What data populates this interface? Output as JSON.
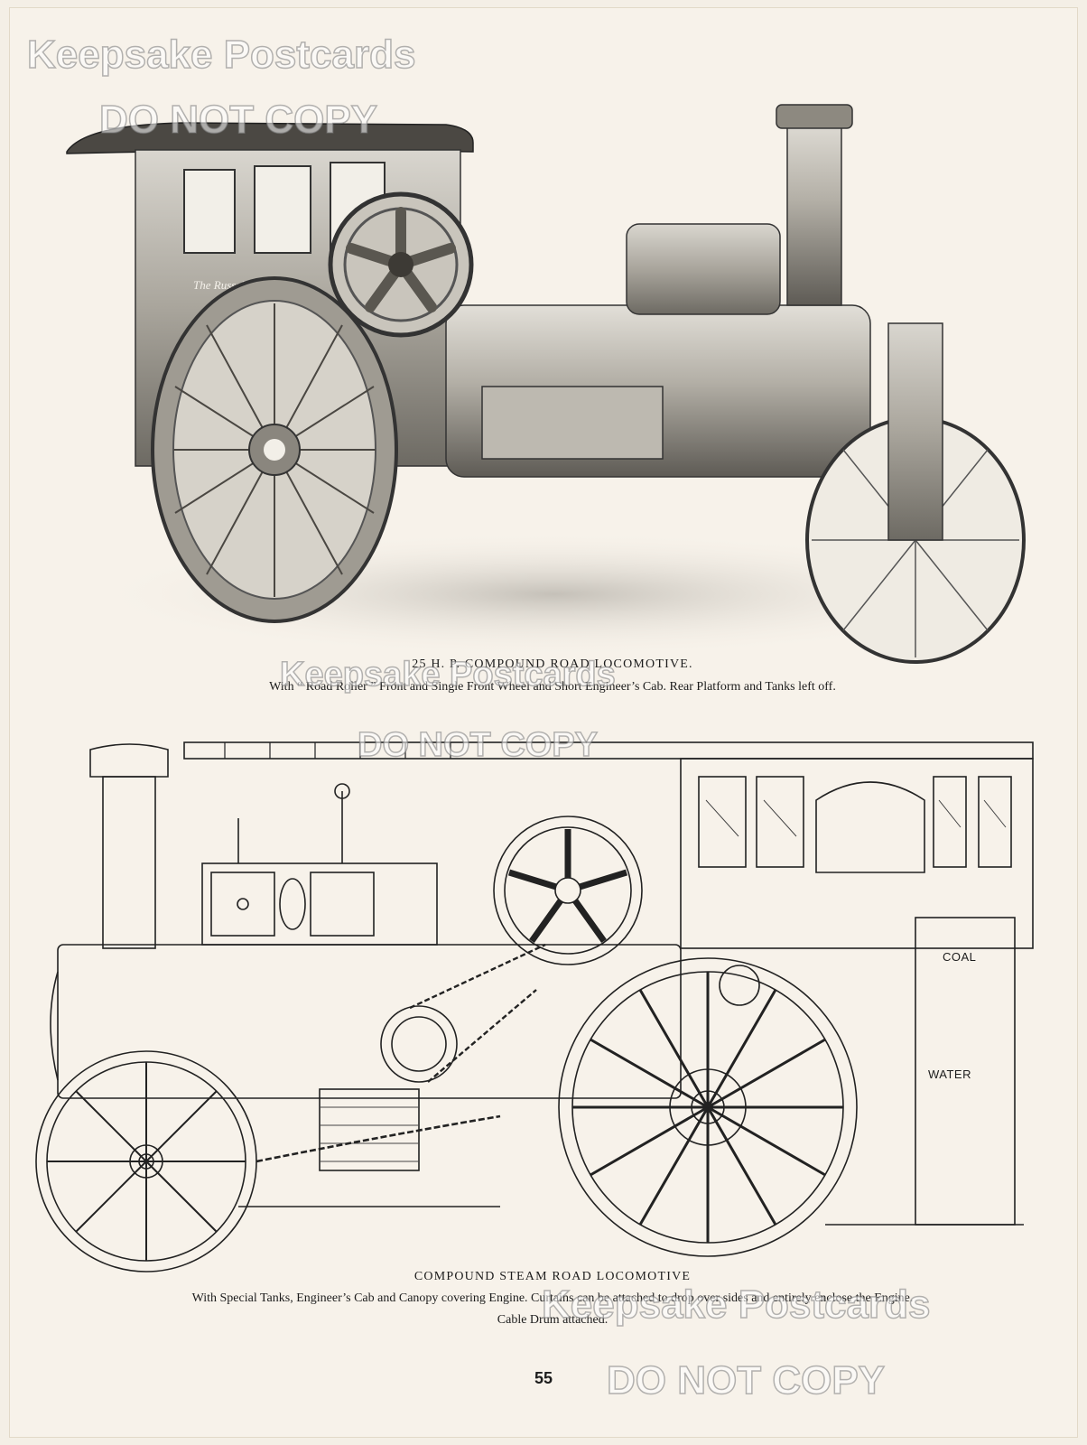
{
  "watermarks": {
    "top_line1": "Keepsake Postcards",
    "top_line2": "DO NOT COPY",
    "mid_line1": "Keepsake Postcards",
    "mid_line2": "DO NOT COPY",
    "bottom_line1": "Keepsake Postcards",
    "bottom_line2": "DO NOT COPY"
  },
  "top_figure": {
    "cab_lettering": "The Russell",
    "caption_title": "25 H. P. COMPOUND ROAD LOCOMOTIVE.",
    "caption_text": "With “ Road Roller ” Front and Single Front Wheel and Short Engineer’s Cab.  Rear Platform and Tanks left off."
  },
  "bottom_figure": {
    "tank_label_coal": "COAL",
    "tank_label_water": "WATER",
    "caption_title": "COMPOUND STEAM ROAD LOCOMOTIVE",
    "caption_line1": "With Special Tanks, Engineer’s Cab and Canopy covering Engine.  Curtains can be attached to drop over sides and entirely enclose the Engine.",
    "caption_line2": "Cable Drum attached."
  },
  "page_number": "55"
}
